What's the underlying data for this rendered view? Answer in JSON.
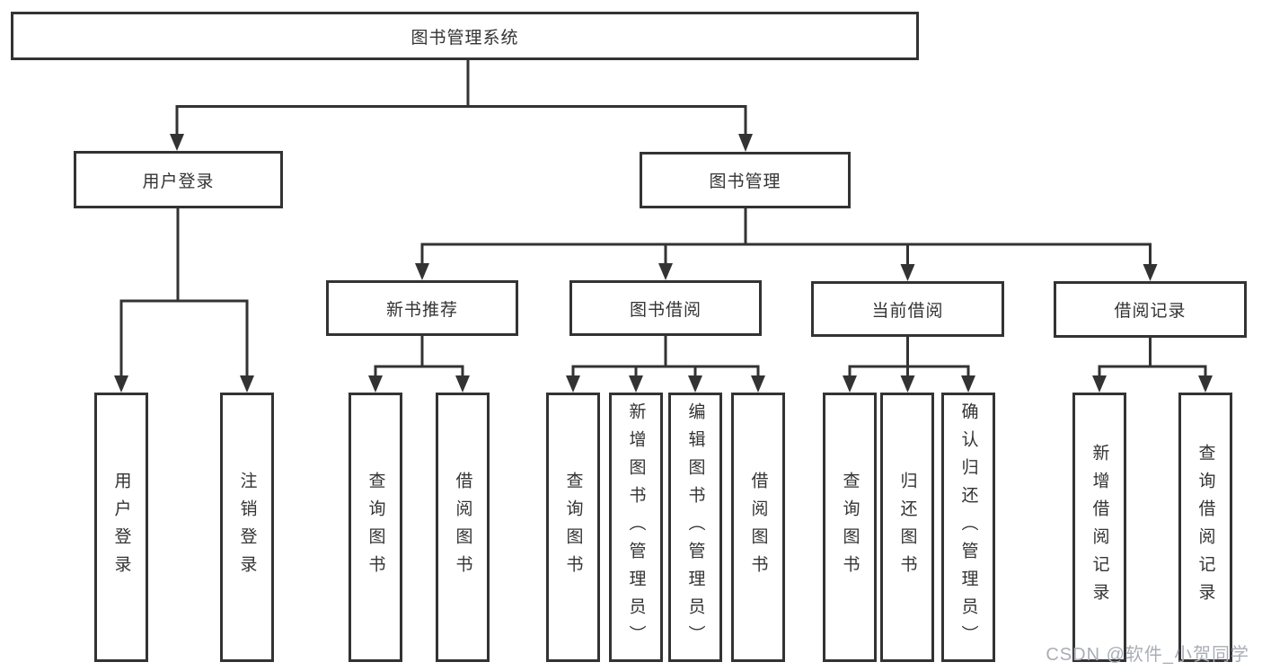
{
  "diagram": {
    "root": {
      "label": "图书管理系统"
    },
    "level2": {
      "user_login": {
        "label": "用户登录"
      },
      "book_management": {
        "label": "图书管理"
      }
    },
    "level3": {
      "new_book_recommendation": {
        "label": "新书推荐"
      },
      "book_borrowing": {
        "label": "图书借阅"
      },
      "current_borrowing": {
        "label": "当前借阅"
      },
      "borrowing_records": {
        "label": "借阅记录"
      }
    },
    "leaves": {
      "user_login": [
        "用户登录",
        "注销登录"
      ],
      "new_book_recommendation": [
        "查询图书",
        "借阅图书"
      ],
      "book_borrowing": [
        "查询图书",
        "新增图书（管理员）",
        "编辑图书（管理员）",
        "借阅图书"
      ],
      "current_borrowing": [
        "查询图书",
        "归还图书",
        "确认归还（管理员）"
      ],
      "borrowing_records": [
        "新增借阅记录",
        "查询借阅记录"
      ]
    }
  },
  "watermark": {
    "text": "CSDN @软件_小贺同学"
  },
  "colors": {
    "line": "#333333",
    "text": "#333333",
    "watermark": "#a9aeb5",
    "background": "#ffffff"
  }
}
